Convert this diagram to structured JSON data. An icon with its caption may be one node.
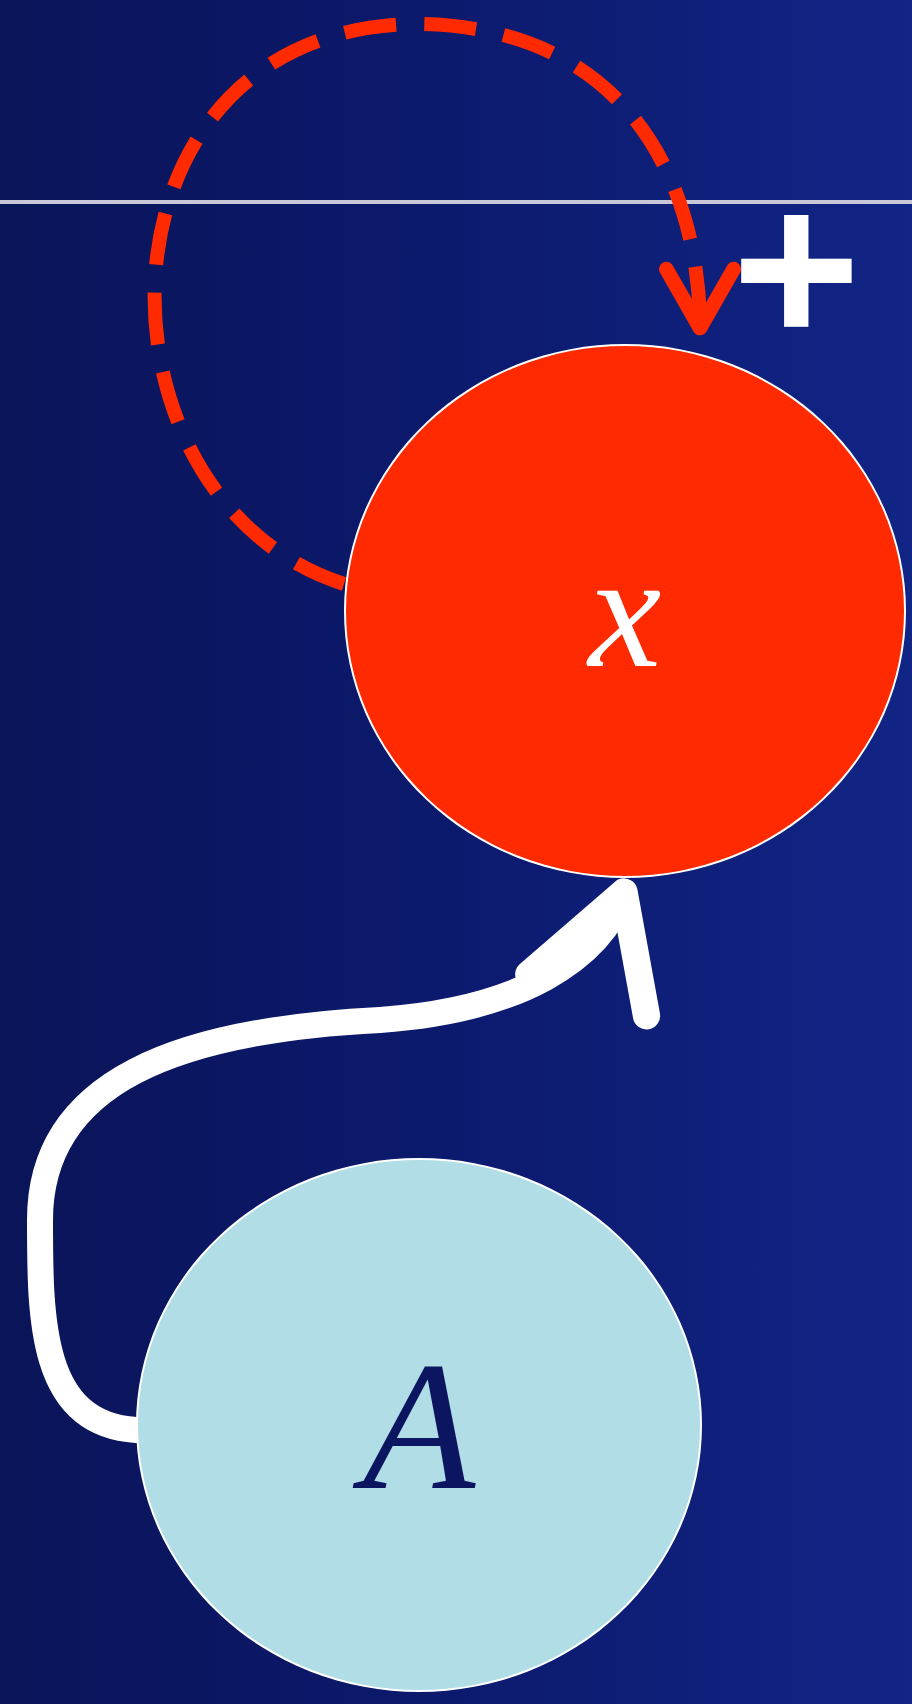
{
  "diagram": {
    "nodes": [
      {
        "text": [
          "x"
        ]
      },
      {
        "text": [
          "A"
        ]
      }
    ],
    "edges": [
      {
        "from": 0,
        "to": 0,
        "arrow": "to",
        "style": "dashed",
        "color": "#ff2a00"
      },
      {
        "from": 1,
        "to": 0,
        "arrow": "to",
        "style": "thick",
        "color": "#ffffff"
      }
    ],
    "labels": [
      "+"
    ]
  }
}
